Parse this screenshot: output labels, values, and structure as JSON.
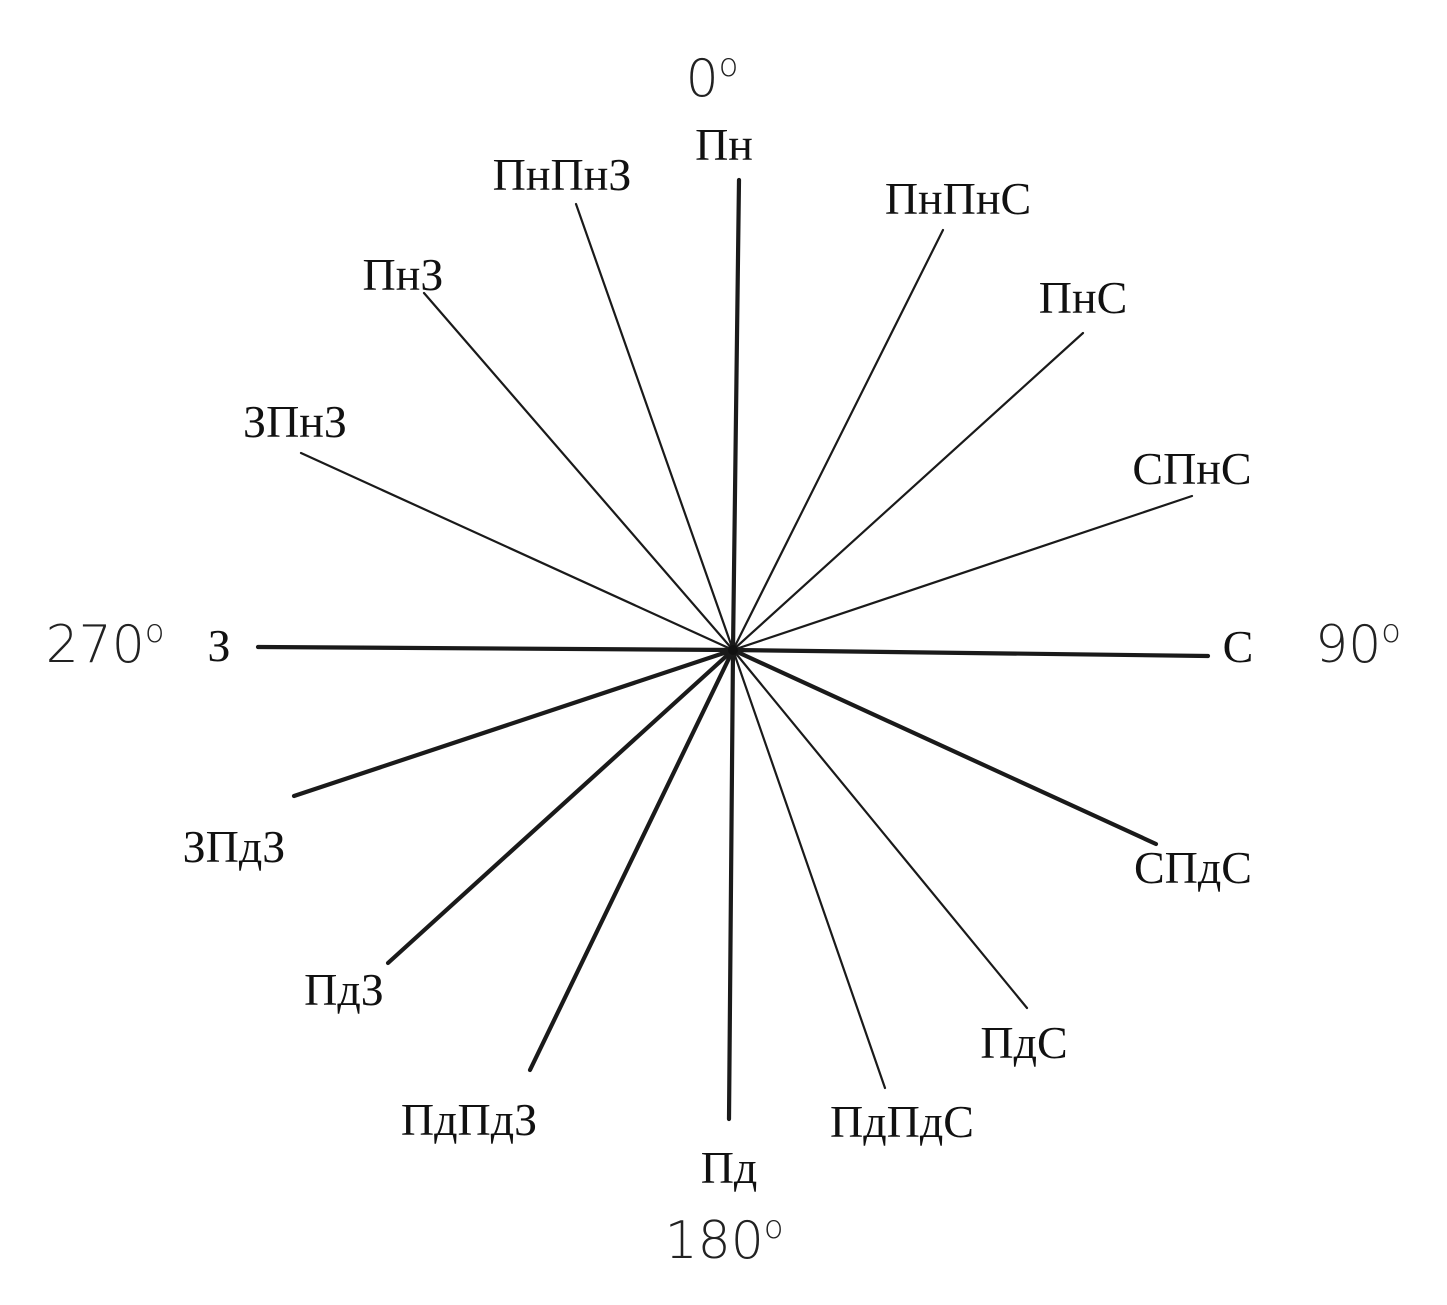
{
  "directions": [
    {
      "key": "n",
      "label": "Пн"
    },
    {
      "key": "nne",
      "label": "ПнПнС"
    },
    {
      "key": "ne",
      "label": "ПнС"
    },
    {
      "key": "ene",
      "label": "СПнС"
    },
    {
      "key": "e",
      "label": "С"
    },
    {
      "key": "ese",
      "label": "СПдС"
    },
    {
      "key": "se",
      "label": "ПдС"
    },
    {
      "key": "sse",
      "label": "ПдПдС"
    },
    {
      "key": "s",
      "label": "Пд"
    },
    {
      "key": "ssw",
      "label": "ПдПдЗ"
    },
    {
      "key": "sw",
      "label": "ПдЗ"
    },
    {
      "key": "wsw",
      "label": "ЗПдЗ"
    },
    {
      "key": "w",
      "label": "З"
    },
    {
      "key": "wnw",
      "label": "ЗПнЗ"
    },
    {
      "key": "nw",
      "label": "ПнЗ"
    },
    {
      "key": "nnw",
      "label": "ПнПнЗ"
    }
  ],
  "degrees": {
    "north": {
      "value": "0",
      "sup": "o"
    },
    "east": {
      "value": "90",
      "sup": "o"
    },
    "south": {
      "value": "180",
      "sup": "o"
    },
    "west": {
      "value": "270",
      "sup": "o"
    }
  }
}
